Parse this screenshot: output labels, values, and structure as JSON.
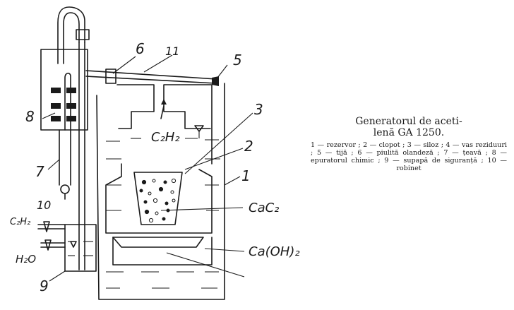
{
  "labels": {
    "n1": "1",
    "n2": "2",
    "n3": "3",
    "n5": "5",
    "n6": "6",
    "n7": "7",
    "n8": "8",
    "n9": "9",
    "n10": "10",
    "n11": "11",
    "c2h2_bell": "C₂H₂",
    "c2h2_outlet": "C₂H₂",
    "h2o": "H₂O",
    "cac2": "CaC₂",
    "caoh2": "Ca(OH)₂"
  },
  "caption": {
    "title_line1": "Generatorul de aceti-",
    "title_line2": "lenă GA 1250.",
    "legend": "1 — rezervor ; 2 — clopot ; 3 — siloz ; 4 — vas reziduuri ; 5 — tijă ; 6 — piulită olandeză ; 7 — țeavă ; 8 — epuratorul chimic ; 9 — supapă de siguranță ; 10 — robinet"
  }
}
